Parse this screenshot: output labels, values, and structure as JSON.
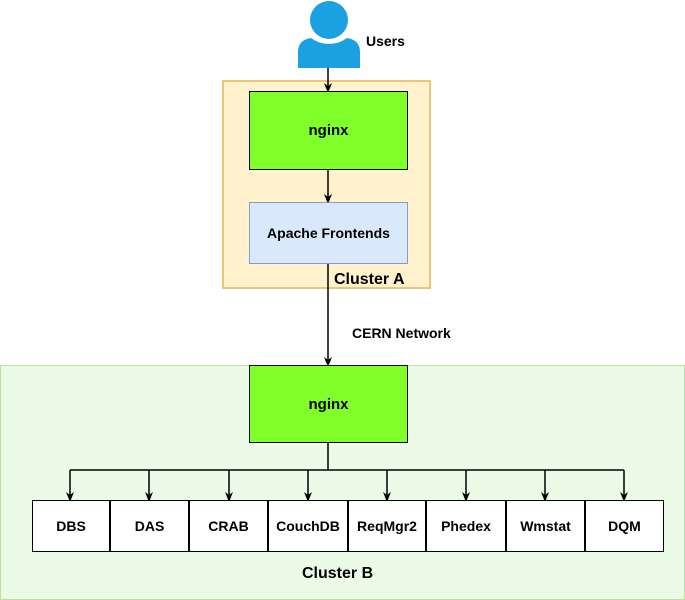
{
  "users": {
    "label": "Users"
  },
  "cluster_a": {
    "label": "Cluster A",
    "nginx_label": "nginx",
    "apache_label": "Apache Frontends"
  },
  "network": {
    "label": "CERN Network"
  },
  "cluster_b": {
    "label": "Cluster B",
    "nginx_label": "nginx",
    "services": [
      "DBS",
      "DAS",
      "CRAB",
      "CouchDB",
      "ReqMgr2",
      "Phedex",
      "Wmstat",
      "DQM"
    ]
  },
  "colors": {
    "cluster_a_fill": "#fff2cc",
    "cluster_a_border": "#e8c77a",
    "cluster_b_fill": "#ecfbe8",
    "nginx_fill": "#80ff2a",
    "apache_fill": "#dae8fc",
    "user_icon": "#1ba1e2"
  }
}
